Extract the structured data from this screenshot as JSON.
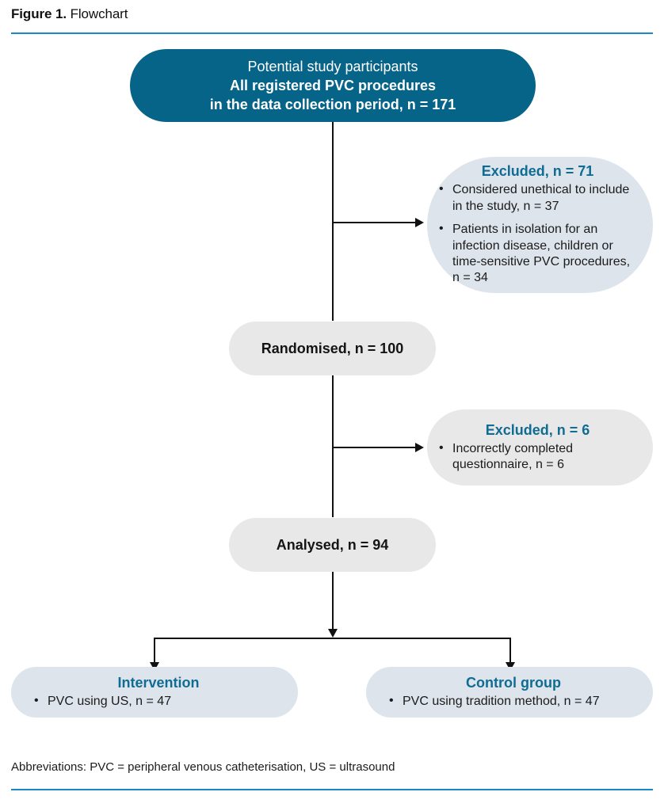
{
  "figure": {
    "label": "Figure 1.",
    "title": "Flowchart",
    "rule_color": "#1a87c9"
  },
  "colors": {
    "primary_fill": "#066488",
    "primary_text": "#ffffff",
    "neutral_fill": "#e8e8e8",
    "bluegrey_fill": "#dde4ec",
    "heading_blue": "#0f6c92",
    "connector": "#111111"
  },
  "flow": {
    "type": "consort-flowchart",
    "nodes": [
      {
        "id": "enrolment",
        "style": "primary",
        "lines": [
          {
            "text": "Potential study participants",
            "bold": false
          },
          {
            "text": "All registered PVC procedures",
            "bold": true
          },
          {
            "text": "in the data collection period, n = 171",
            "bold": true
          }
        ],
        "n": 171
      },
      {
        "id": "excluded-1",
        "style": "bluegrey",
        "title": "Excluded, n = 71",
        "n": 71,
        "bullets": [
          "Considered unethical to include in the study, n = 37",
          "Patients in isolation for an infection disease, children or time-sensitive PVC procedures, n = 34"
        ]
      },
      {
        "id": "randomised",
        "style": "neutral",
        "heading": "Randomised, n = 100",
        "n": 100
      },
      {
        "id": "excluded-2",
        "style": "neutral",
        "title": "Excluded, n = 6",
        "n": 6,
        "bullets": [
          "Incorrectly completed questionnaire, n = 6"
        ]
      },
      {
        "id": "analysed",
        "style": "neutral",
        "heading": "Analysed, n = 94",
        "n": 94
      },
      {
        "id": "intervention",
        "style": "bluegrey",
        "title": "Intervention",
        "bullets": [
          "PVC using US, n = 47"
        ],
        "n": 47
      },
      {
        "id": "control",
        "style": "bluegrey",
        "title": "Control group",
        "bullets": [
          "PVC using tradition method, n = 47"
        ],
        "n": 47
      }
    ]
  },
  "footnote": "Abbreviations: PVC = peripheral venous catheterisation, US = ultrasound"
}
